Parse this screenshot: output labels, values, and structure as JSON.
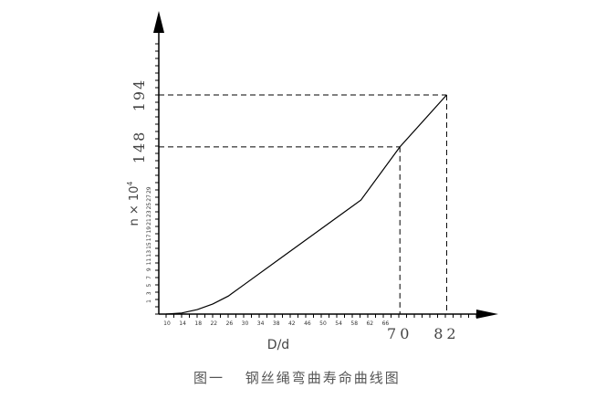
{
  "chart_data": {
    "type": "line",
    "xlabel": "D/d",
    "ylabel_base": "n × 10",
    "ylabel_exp": "4",
    "x_tick_labels": [
      "10",
      "14",
      "18",
      "22",
      "26",
      "30",
      "34",
      "38",
      "42",
      "46",
      "50",
      "54",
      "58",
      "62",
      "66"
    ],
    "y_tick_labels": [
      "1",
      "3",
      "5",
      "7",
      "9",
      "11",
      "13",
      "15",
      "17",
      "19",
      "21",
      "23",
      "25",
      "27",
      "29"
    ],
    "marked_points": [
      {
        "x": 70,
        "y": 148,
        "x_label": "70",
        "y_label": "148"
      },
      {
        "x": 82,
        "y": 194,
        "x_label": "82",
        "y_label": "194"
      }
    ],
    "series": [
      {
        "x": [
          10,
          14,
          18,
          22,
          26,
          30,
          40,
          50,
          60,
          70,
          82
        ],
        "y": [
          0,
          1,
          4,
          9,
          16,
          26,
          51,
          76,
          101,
          148,
          194
        ]
      }
    ],
    "line_color": "#000000",
    "grid": false
  },
  "caption": {
    "figure_no": "图一",
    "title": "钢丝绳弯曲寿命曲线图"
  }
}
